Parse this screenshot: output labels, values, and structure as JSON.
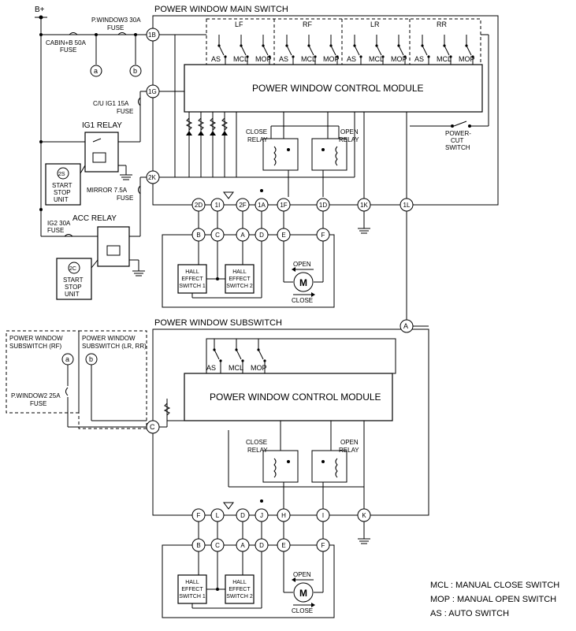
{
  "supply": {
    "bplus": "B+"
  },
  "fuses": {
    "cabin_b": [
      "CABIN+B 50A",
      "FUSE"
    ],
    "pwindow3": [
      "P.WINDOW3 30A",
      "FUSE"
    ],
    "cu_ig1": [
      "C/U IG1 15A",
      "FUSE"
    ],
    "mirror": [
      "MIRROR 7.5A",
      "FUSE"
    ],
    "ig2": [
      "IG2 30A",
      "FUSE"
    ],
    "pwindow2": [
      "P.WINDOW2 25A",
      "FUSE"
    ]
  },
  "relays": {
    "ig1": "IG1 RELAY",
    "acc": "ACC RELAY",
    "close": [
      "CLOSE",
      "RELAY"
    ],
    "open": [
      "OPEN",
      "RELAY"
    ]
  },
  "units": {
    "start_stop": [
      "START",
      "STOP",
      "UNIT"
    ],
    "ssu_top_terminal": "2S",
    "ssu_bottom_terminal": "2C"
  },
  "main_switch": {
    "title": "POWER WINDOW MAIN SWITCH",
    "module": "POWER WINDOW CONTROL MODULE",
    "groups": [
      "LF",
      "RF",
      "LR",
      "RR"
    ],
    "switch_labels": [
      "AS",
      "MCL",
      "MOP"
    ],
    "power_cut": [
      "POWER-",
      "CUT",
      "SWITCH"
    ],
    "terminals": [
      "1B",
      "1G",
      "2K",
      "2D",
      "1I",
      "2F",
      "1A",
      "1F",
      "1D",
      "1K",
      "1L"
    ]
  },
  "subswitch": {
    "title": "POWER WINDOW SUBSWITCH",
    "module": "POWER WINDOW CONTROL MODULE",
    "switch_labels": [
      "AS",
      "MCL",
      "MOP"
    ],
    "terminals": [
      "A",
      "C",
      "F",
      "L",
      "D",
      "J",
      "H",
      "I",
      "K"
    ],
    "remote_rf": [
      "POWER WINDOW",
      "SUBSWITCH (RF)"
    ],
    "remote_lrrr": [
      "POWER WINDOW",
      "SUBSWITCH (LR, RR)"
    ]
  },
  "motor_unit": {
    "terminals": [
      "B",
      "C",
      "A",
      "D",
      "E",
      "F"
    ],
    "hall1": [
      "HALL",
      "EFFECT",
      "SWITCH 1"
    ],
    "hall2": [
      "HALL",
      "EFFECT",
      "SWITCH 2"
    ],
    "motor": "M",
    "open": "OPEN",
    "close": "CLOSE"
  },
  "connectors": {
    "a": "a",
    "b": "b"
  },
  "legend": [
    "MCL : MANUAL CLOSE SWITCH",
    "MOP : MANUAL OPEN SWITCH",
    "AS : AUTO SWITCH"
  ]
}
